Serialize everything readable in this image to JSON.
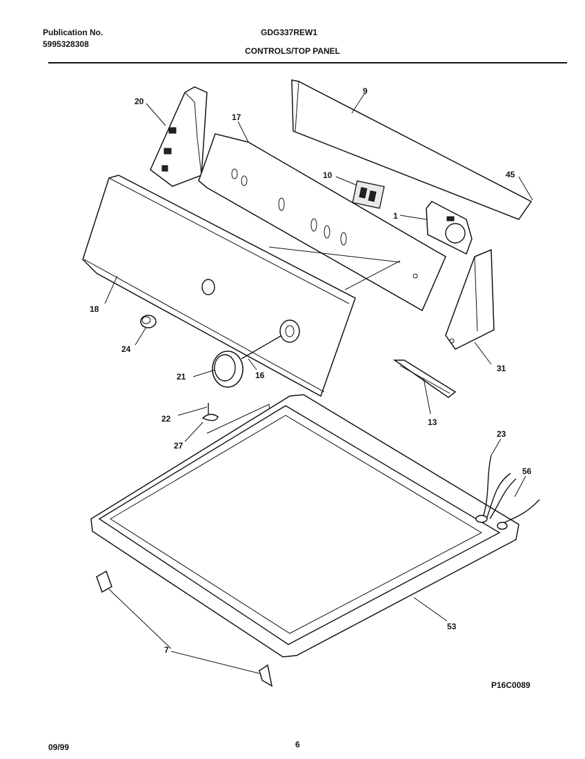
{
  "header": {
    "publication_label": "Publication No.",
    "publication_number": "5995328308",
    "model": "GDG337REW1",
    "section_title": "CONTROLS/TOP PANEL"
  },
  "footer": {
    "date": "09/99",
    "page_number": "6",
    "drawing_code": "P16C0089"
  },
  "callouts": {
    "c1": "1",
    "c7": "7",
    "c9": "9",
    "c10": "10",
    "c13": "13",
    "c16": "16",
    "c17": "17",
    "c18": "18",
    "c20": "20",
    "c21": "21",
    "c22": "22",
    "c23": "23",
    "c24": "24",
    "c27": "27",
    "c31": "31",
    "c45": "45",
    "c53": "53",
    "c56": "56"
  }
}
